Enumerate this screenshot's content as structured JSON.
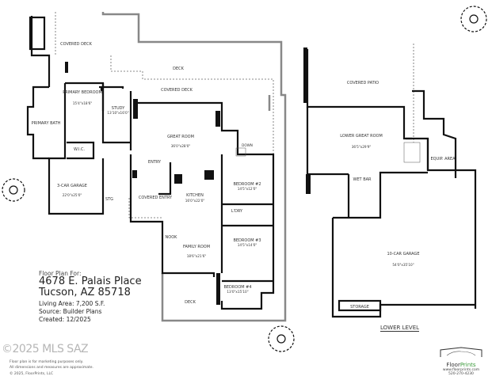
{
  "info": {
    "header": "Floor Plan For:",
    "address_line1": "4678 E. Palais Place",
    "address_line2": "Tucson, AZ  85718",
    "living_area": "Living Area:  7,200 S.F.",
    "source": "Source:  Builder Plans",
    "created": "Created:  12/2025"
  },
  "disclaimer": {
    "line1": "Floor plan is for marketing purposes only.",
    "line2": "All dimensions and measures are approximate.",
    "copyright": "© 2025, FloorPrints, LLC"
  },
  "watermark": "©2025 MLS SAZ",
  "main_level": {
    "rooms": [
      {
        "name": "COVERED DECK",
        "dim": ""
      },
      {
        "name": "DECK",
        "dim": ""
      },
      {
        "name": "COVERED DECK",
        "dim": ""
      },
      {
        "name": "PRIMARY BEDROOM",
        "dim": "15'4\"x18'6\""
      },
      {
        "name": "STUDY",
        "dim": "13'10\"x16'0\""
      },
      {
        "name": "PRIMARY BATH",
        "dim": ""
      },
      {
        "name": "W.I.C.",
        "dim": ""
      },
      {
        "name": "GREAT ROOM",
        "dim": "36'0\"x28'0\""
      },
      {
        "name": "ENTRY",
        "dim": ""
      },
      {
        "name": "3-CAR GARAGE",
        "dim": "22'0\"x25'0\""
      },
      {
        "name": "STG",
        "dim": ""
      },
      {
        "name": "COVERED ENTRY",
        "dim": ""
      },
      {
        "name": "KITCHEN",
        "dim": "16'0\"x22'0\""
      },
      {
        "name": "BEDROOM #2",
        "dim": "14'5\"x12'0\""
      },
      {
        "name": "L'DRY",
        "dim": ""
      },
      {
        "name": "BEDROOM #3",
        "dim": "14'5\"x14'0\""
      },
      {
        "name": "NOOK",
        "dim": ""
      },
      {
        "name": "FAMILY ROOM",
        "dim": "18'6\"x21'6\""
      },
      {
        "name": "BEDROOM #4",
        "dim": "13'0\"x15'10\""
      },
      {
        "name": "DECK",
        "dim": ""
      }
    ],
    "stair_note": "DOWN"
  },
  "lower_level": {
    "title": "LOWER LEVEL",
    "rooms": [
      {
        "name": "COVERED PATIO",
        "dim": ""
      },
      {
        "name": "LOWER GREAT ROOM",
        "dim": "36'5\"x29'9\""
      },
      {
        "name": "EQUIP. AREA",
        "dim": ""
      },
      {
        "name": "WET BAR",
        "dim": ""
      },
      {
        "name": "10-CAR GARAGE",
        "dim": "54'0\"x35'10\""
      },
      {
        "name": "STORAGE",
        "dim": ""
      }
    ]
  },
  "logo": {
    "brand_part1": "Floor",
    "brand_part2": "Prints",
    "website": "www.floorprints.com",
    "phone": "520-270-4230",
    "brand_color": "#3a9a3a"
  }
}
